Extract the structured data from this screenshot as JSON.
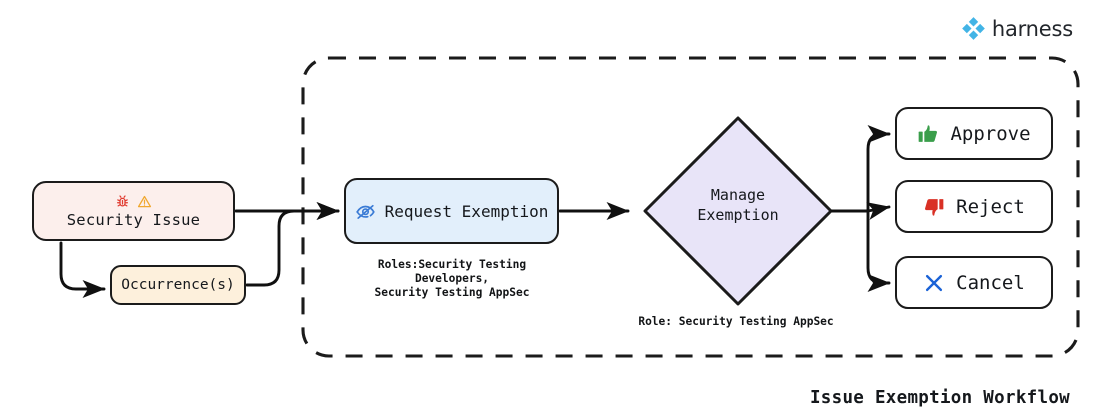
{
  "brand": {
    "name": "harness",
    "logo_icon": "harness-logo-icon",
    "color": "#42b4e6"
  },
  "title": "Issue Exemption Workflow",
  "container": {
    "name": "exemption-scope-boundary",
    "style": "dashed"
  },
  "nodes": {
    "security_issue": {
      "label": "Security Issue",
      "fill": "#fcefec",
      "icons": [
        "bug-icon",
        "warning-triangle-icon"
      ],
      "icon_colors": [
        "#e03a2f",
        "#f0a830"
      ]
    },
    "occurrences": {
      "label": "Occurrence(s)",
      "fill": "#fdf0dc"
    },
    "request_exemption": {
      "label": "Request Exemption",
      "fill": "#e2effb",
      "icon": "eye-off-icon",
      "icon_color": "#3a7bd5"
    },
    "manage_exemption": {
      "label_line1": "Manage",
      "label_line2": "Exemption",
      "fill": "#e8e4f8",
      "shape": "diamond"
    }
  },
  "actions": [
    {
      "label": "Approve",
      "icon": "thumbs-up-icon",
      "icon_color": "#3a9e4b"
    },
    {
      "label": "Reject",
      "icon": "thumbs-down-icon",
      "icon_color": "#d93025"
    },
    {
      "label": "Cancel",
      "icon": "close-x-icon",
      "icon_color": "#1a62d6"
    }
  ],
  "captions": {
    "roles_line1": "Roles:Security Testing Developers,",
    "roles_line2": "Security Testing AppSec",
    "role_manage": "Role: Security Testing AppSec"
  },
  "colors": {
    "stroke": "#1b1b1b",
    "background": "#ffffff"
  }
}
